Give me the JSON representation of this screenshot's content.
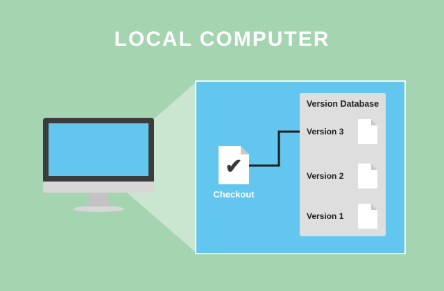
{
  "title": "LOCAL COMPUTER",
  "checkout": {
    "label": "Checkout"
  },
  "version_database": {
    "title": "Version Database",
    "versions": [
      {
        "label": "Version 3"
      },
      {
        "label": "Version 2"
      },
      {
        "label": "Version 1"
      }
    ]
  },
  "icons": {
    "checkmark": "✔",
    "document": "page-with-folded-corner"
  },
  "colors": {
    "background": "#a4d4b0",
    "box_blue": "#62c6ef",
    "panel_gray": "#dedede",
    "monitor_bezel": "#3c3c3c",
    "monitor_screen": "#62c6ef",
    "monitor_chin": "#d7d7d7",
    "beam": "rgba(255,255,255,0.42)",
    "connector": "#1c1c1c",
    "title_text": "#ffffff",
    "label_dark": "#1f1f1f"
  }
}
